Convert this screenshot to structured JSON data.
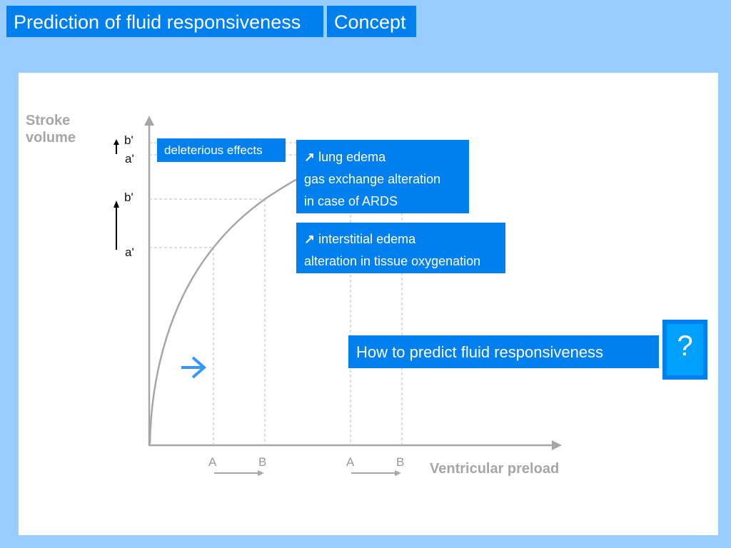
{
  "header": {
    "title": "Prediction of fluid responsiveness",
    "section": "Concept"
  },
  "diagram": {
    "y_axis_label": [
      "Stroke",
      "volume"
    ],
    "x_axis_label": "Ventricular preload",
    "upper_labels": {
      "top": "b'",
      "bottom": "a'"
    },
    "lower_labels": {
      "top": "b'",
      "bottom": "a'"
    },
    "x_ticks_left": {
      "a": "A",
      "b": "B"
    },
    "x_ticks_right": {
      "a": "A",
      "b": "B"
    }
  },
  "boxes": {
    "deleterious": "deleterious effects",
    "lung": {
      "line1": "lung edema",
      "line2": "gas exchange alteration",
      "line3": "in case of ARDS"
    },
    "interstitial": {
      "line1": "interstitial edema",
      "line2": "alteration in tissue oxygenation"
    },
    "question": "How to predict fluid responsiveness",
    "question_mark": "?"
  },
  "icons": [
    "up-right-arrow-icon",
    "right-arrow-icon"
  ],
  "colors": {
    "background": "#99ccff",
    "accent": "#0080ee",
    "axis": "#a6a6a6",
    "arrow": "#3399ff"
  }
}
